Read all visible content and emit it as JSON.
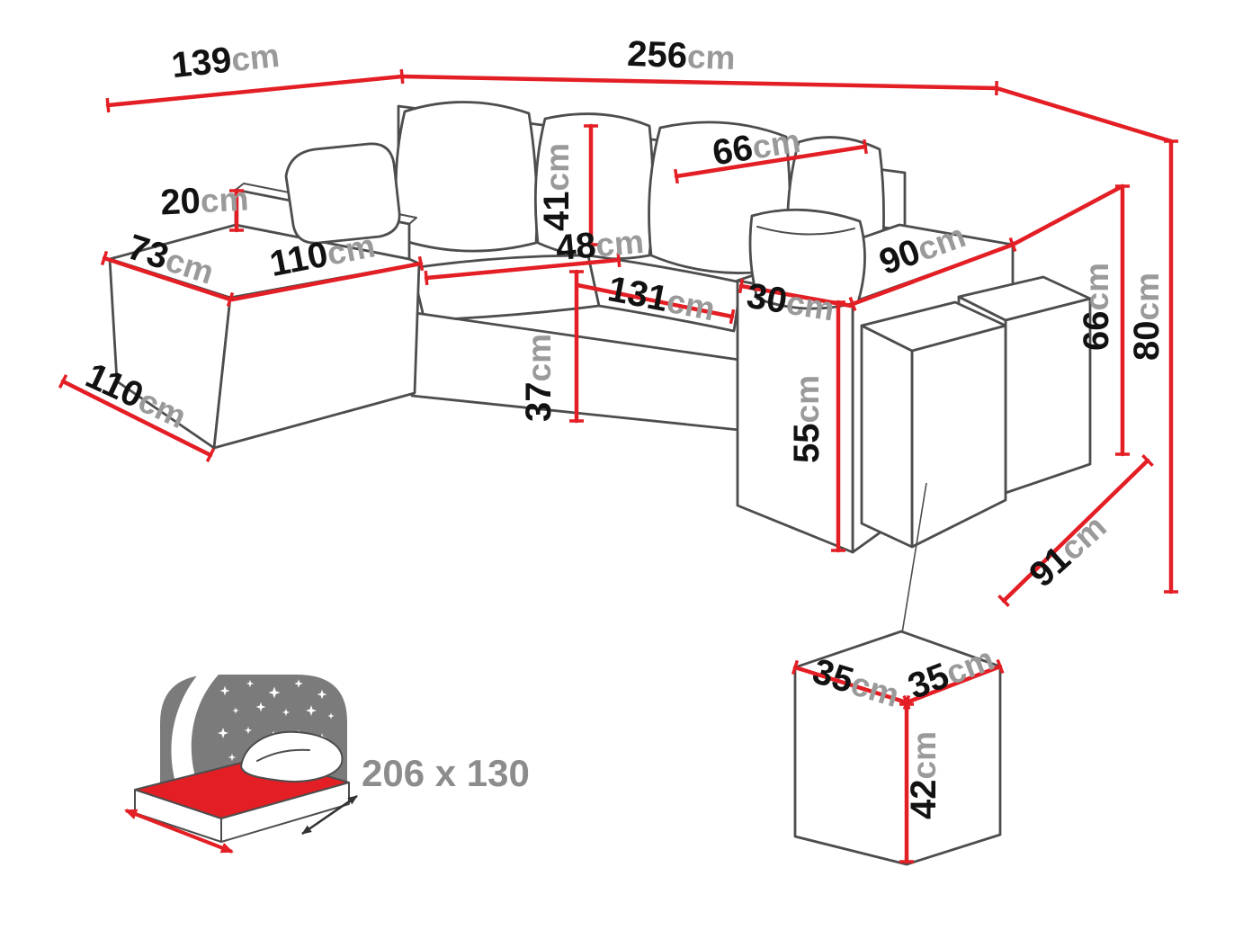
{
  "diagram": {
    "type": "corner-sofa-dimension-diagram",
    "unit_default": "cm",
    "colors": {
      "dimension_red": "#e31e24",
      "outline_gray": "#4d4d4d",
      "unit_text_gray": "#9a9a9a",
      "number_black": "#121212",
      "icon_gray": "#7b7b7b",
      "bed_label_gray": "#8c8c8c"
    },
    "icons": {
      "sleep_function": "sofa-bed-icon",
      "star": "star-icon",
      "pouf_detail": "pouf-cube-detail"
    },
    "labels": {
      "back_left_width": {
        "value": "139",
        "unit": "cm"
      },
      "back_width": {
        "value": "256",
        "unit": "cm"
      },
      "cushion_width": {
        "value": "66",
        "unit": "cm"
      },
      "chaise_back_height": {
        "value": "20",
        "unit": "cm"
      },
      "cushion_height": {
        "value": "41",
        "unit": "cm"
      },
      "chaise_end_width": {
        "value": "73",
        "unit": "cm"
      },
      "chaise_seat_length": {
        "value": "110",
        "unit": "cm"
      },
      "seat_depth": {
        "value": "48",
        "unit": "cm"
      },
      "seat_width": {
        "value": "131",
        "unit": "cm"
      },
      "armrest_width": {
        "value": "30",
        "unit": "cm"
      },
      "armrest_depth": {
        "value": "90",
        "unit": "cm"
      },
      "backrest_height": {
        "value": "66",
        "unit": "cm"
      },
      "total_height": {
        "value": "80",
        "unit": "cm"
      },
      "seat_height": {
        "value": "37",
        "unit": "cm"
      },
      "armrest_height": {
        "value": "55",
        "unit": "cm"
      },
      "total_depth": {
        "value": "91",
        "unit": "cm"
      },
      "chaise_width": {
        "value": "110",
        "unit": "cm"
      },
      "pouf_width": {
        "value": "35",
        "unit": "cm"
      },
      "pouf_depth": {
        "value": "35",
        "unit": "cm"
      },
      "pouf_height": {
        "value": "42",
        "unit": "cm"
      },
      "bed_size": {
        "value": "206 x 130"
      }
    }
  }
}
